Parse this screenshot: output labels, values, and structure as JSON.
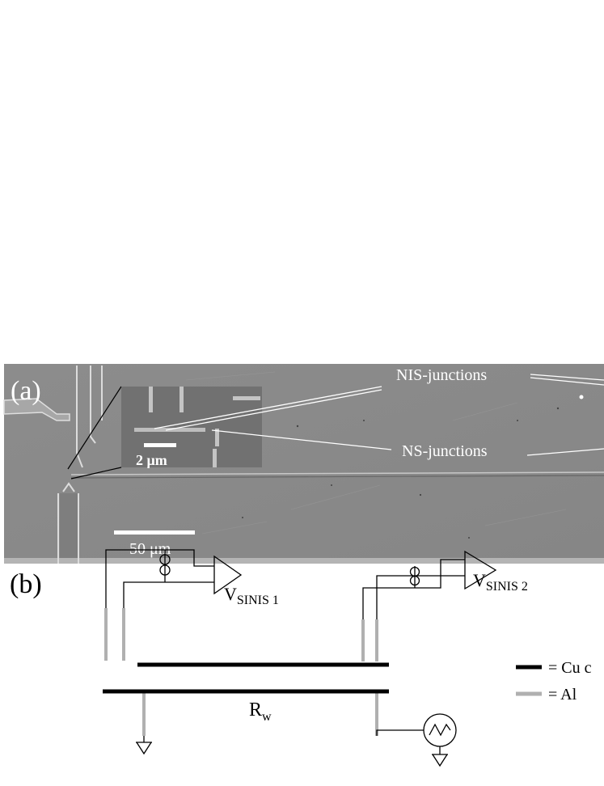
{
  "panel_a": {
    "label": "(a)",
    "annotations": {
      "nis": "NIS-junctions",
      "ns": "NS-junctions"
    },
    "inset_scale": "2 μm",
    "main_scale": "50 μm",
    "colors": {
      "sem_background": "#8a8a8a",
      "annotation_line": "#ffffff"
    }
  },
  "panel_b": {
    "label": "(b)",
    "amp1_label": "V",
    "amp1_sub": "SINIS 1",
    "amp2_label": "V",
    "amp2_sub": "SINIS 2",
    "wire_label": "R",
    "wire_sub": "w",
    "legend": [
      {
        "text": "= Cu c",
        "color": "#000000"
      },
      {
        "text": "= Al",
        "color": "#b0b0b0"
      }
    ]
  }
}
